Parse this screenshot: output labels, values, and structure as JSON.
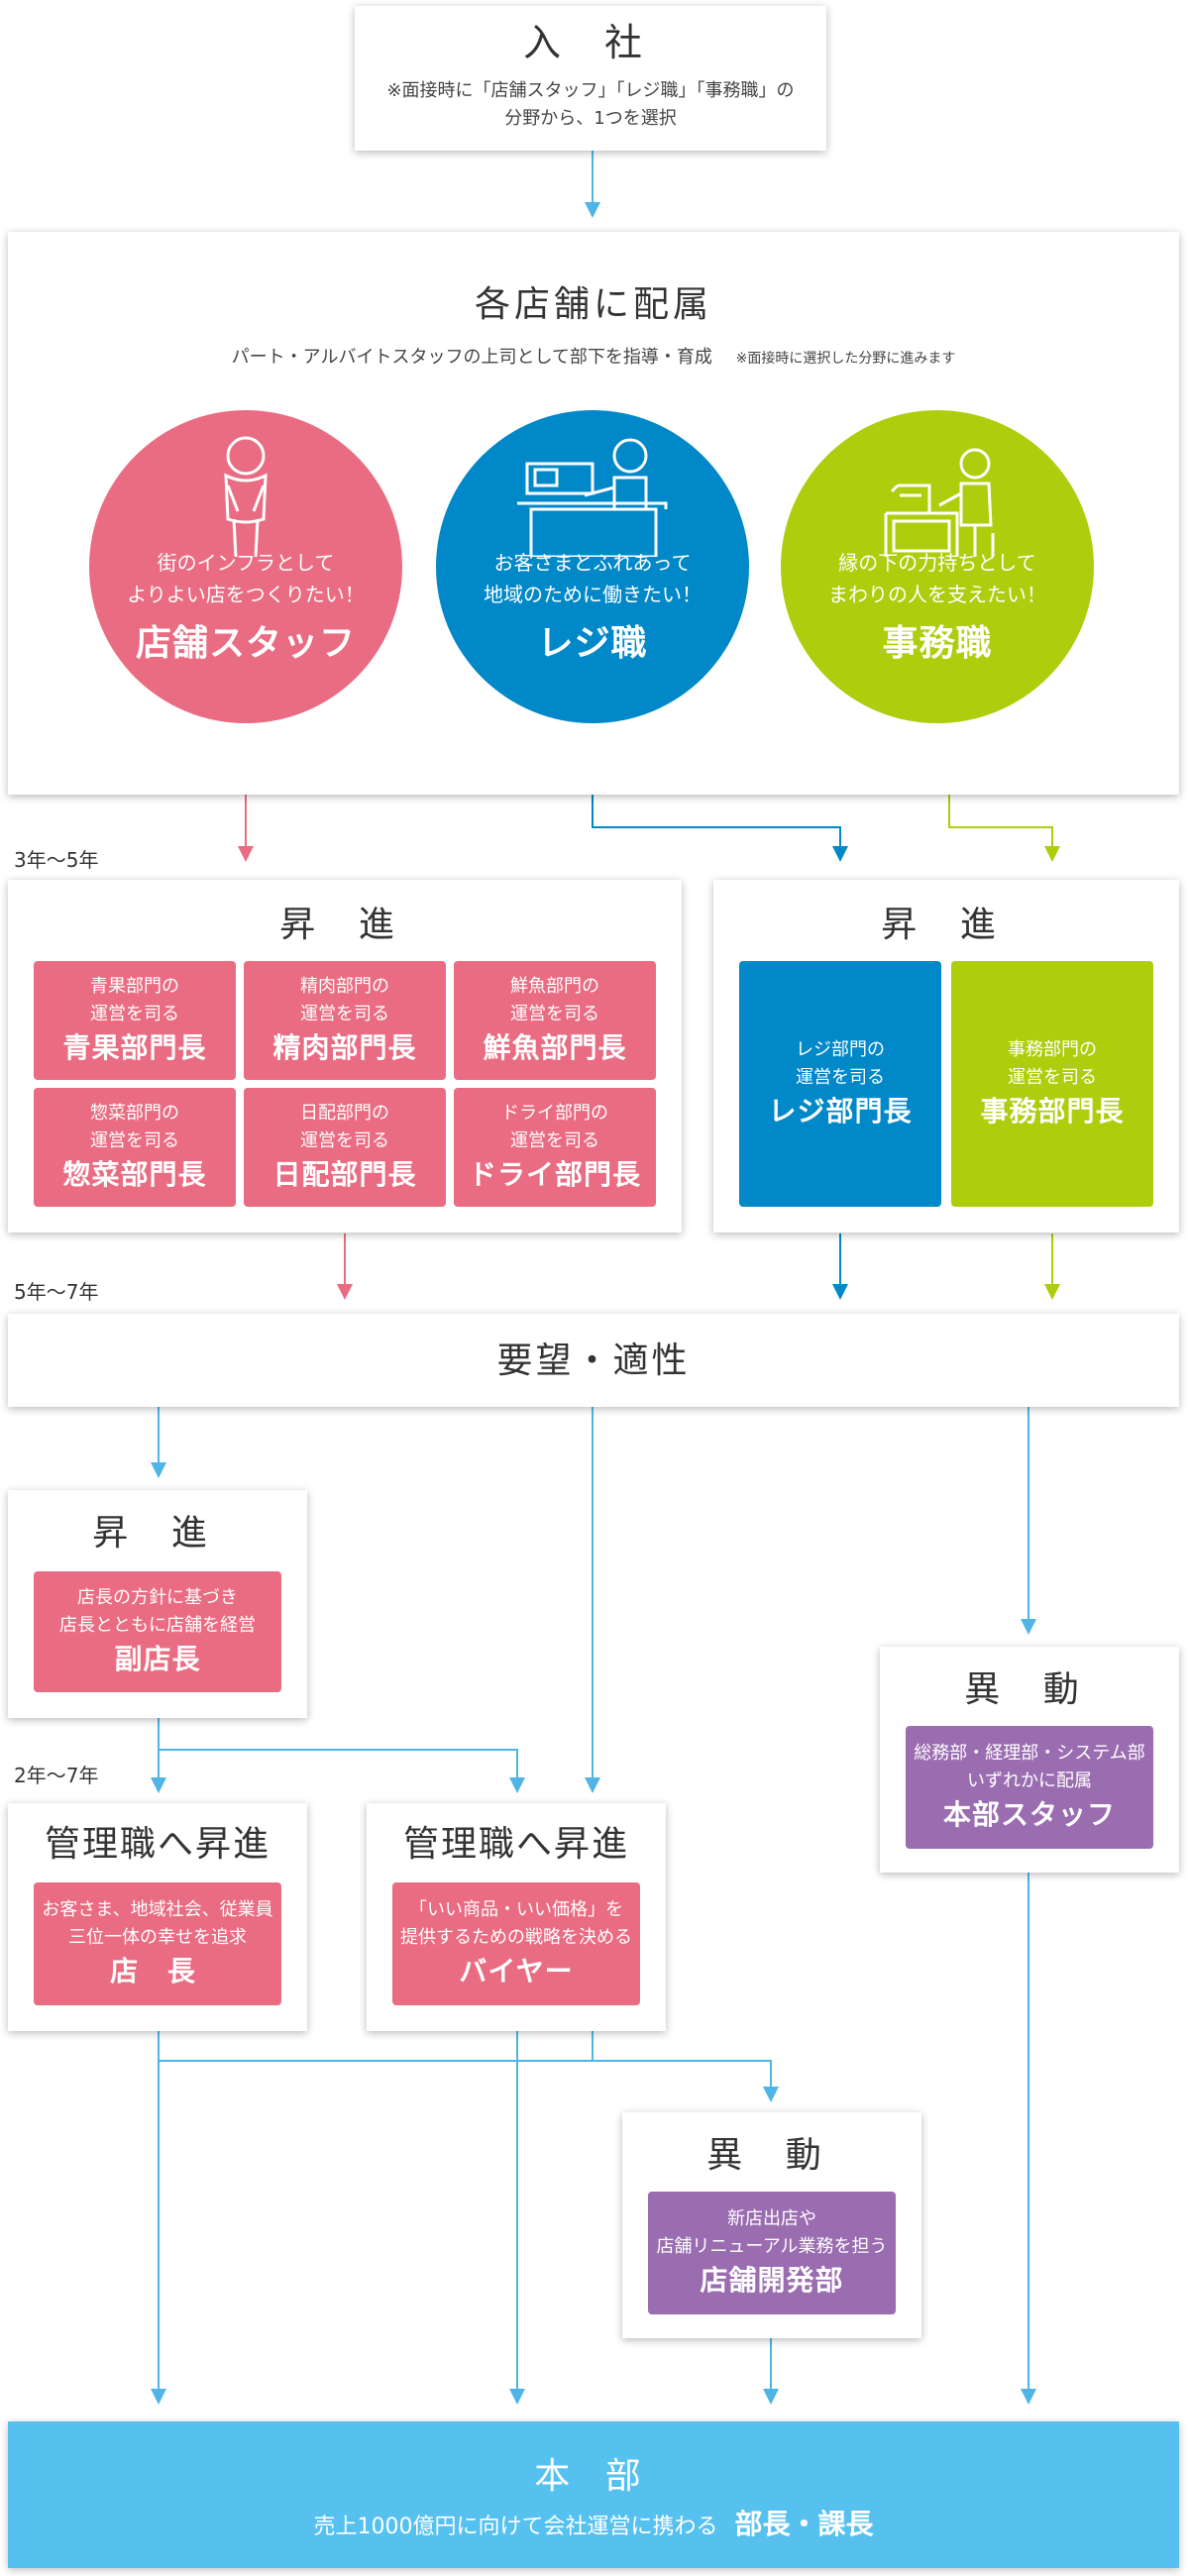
{
  "entry": {
    "title": "入 社",
    "note_line1": "※面接時に「店舗スタッフ」「レジ職」「事務職」の",
    "note_line2": "分野から、1つを選択"
  },
  "assign": {
    "title": "各店舗に配属",
    "subtitle": "パート・アルバイトスタッフの上司として部下を指導・育成",
    "subnote": "※面接時に選択した分野に進みます",
    "circles": [
      {
        "desc1": "街のインフラとして",
        "desc2": "よりよい店をつくりたい！",
        "name": "店舗スタッフ",
        "icon": "bowing-person-icon",
        "color": "#e96c82"
      },
      {
        "desc1": "お客さまとふれあって",
        "desc2": "地域のために働きたい！",
        "name": "レジ職",
        "icon": "cashier-icon",
        "color": "#0088c8"
      },
      {
        "desc1": "縁の下の力持ちとして",
        "desc2": "まわりの人を支えたい！",
        "name": "事務職",
        "icon": "office-worker-icon",
        "color": "#aecd0c"
      }
    ]
  },
  "years": {
    "y1": "3年〜5年",
    "y2": "5年〜7年",
    "y3": "2年〜7年"
  },
  "promo1": {
    "title": "昇 進",
    "items": [
      {
        "sub1": "青果部門の",
        "sub2": "運営を司る",
        "main": "青果部門長"
      },
      {
        "sub1": "精肉部門の",
        "sub2": "運営を司る",
        "main": "精肉部門長"
      },
      {
        "sub1": "鮮魚部門の",
        "sub2": "運営を司る",
        "main": "鮮魚部門長"
      },
      {
        "sub1": "惣菜部門の",
        "sub2": "運営を司る",
        "main": "惣菜部門長"
      },
      {
        "sub1": "日配部門の",
        "sub2": "運営を司る",
        "main": "日配部門長"
      },
      {
        "sub1": "ドライ部門の",
        "sub2": "運営を司る",
        "main": "ドライ部門長"
      }
    ]
  },
  "promo2": {
    "title": "昇 進",
    "items": [
      {
        "sub1": "レジ部門の",
        "sub2": "運営を司る",
        "main": "レジ部門長"
      },
      {
        "sub1": "事務部門の",
        "sub2": "運営を司る",
        "main": "事務部門長"
      }
    ]
  },
  "aptitude": {
    "title": "要望・適性"
  },
  "promo3": {
    "title": "昇 進",
    "sub1": "店長の方針に基づき",
    "sub2": "店長とともに店舗を経営",
    "main": "副店長"
  },
  "transfer1": {
    "title": "異 動",
    "sub1": "総務部・経理部・システム部",
    "sub2": "いずれかに配属",
    "main": "本部スタッフ"
  },
  "manager1": {
    "title": "管理職へ昇進",
    "sub1": "お客さま、地域社会、従業員",
    "sub2": "三位一体の幸せを追求",
    "main": "店 長"
  },
  "manager2": {
    "title": "管理職へ昇進",
    "sub1": "「いい商品・いい価格」を",
    "sub2": "提供するための戦略を決める",
    "main": "バイヤー"
  },
  "transfer2": {
    "title": "異 動",
    "sub1": "新店出店や",
    "sub2": "店舗リニューアル業務を担う",
    "main": "店舗開発部"
  },
  "hq": {
    "title": "本 部",
    "sub": "売上1000億円に向けて会社運営に携わる",
    "main": "部長・課長",
    "color": "#56c1ef"
  },
  "colors": {
    "line": "#4fb5e6",
    "pink": "#e96c82",
    "blue": "#0088c8",
    "green": "#aecd0c"
  }
}
